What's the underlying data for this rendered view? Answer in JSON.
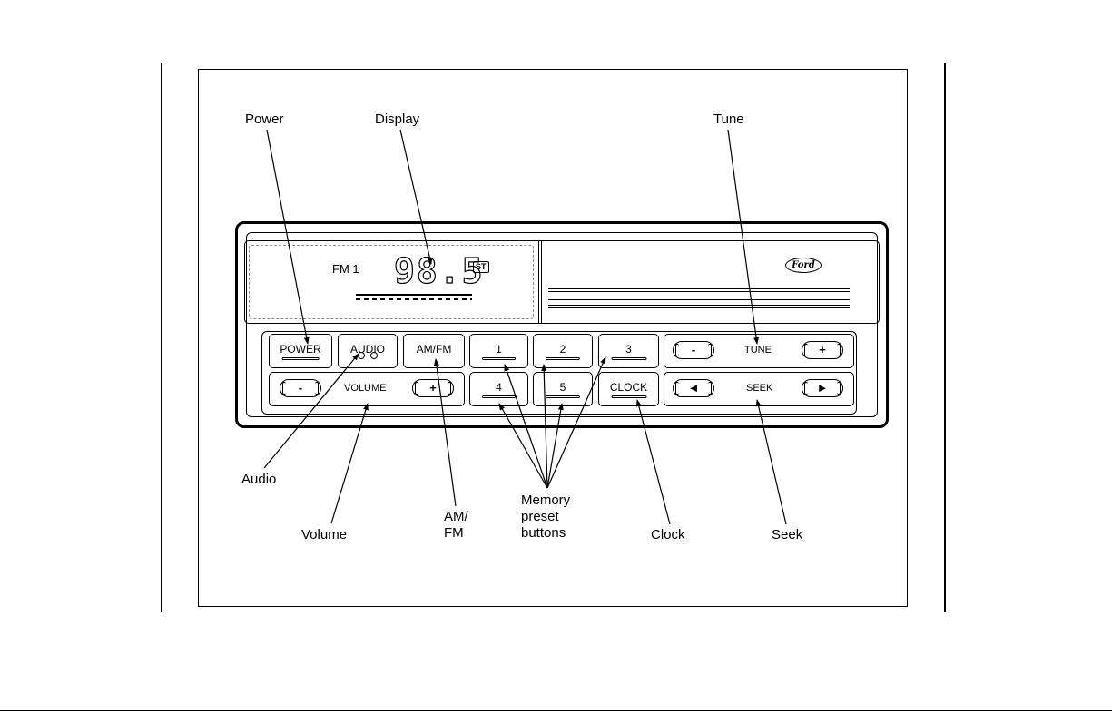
{
  "callouts": {
    "power": "Power",
    "display": "Display",
    "tune": "Tune",
    "audio": "Audio",
    "volume": "Volume",
    "amfm_line1": "AM/",
    "amfm_line2": "FM",
    "memory_line1": "Memory",
    "memory_line2": "preset",
    "memory_line3": "buttons",
    "clock": "Clock",
    "seek": "Seek"
  },
  "display": {
    "band": "FM 1",
    "frequency": "98.5",
    "stereo_badge": "ST",
    "brand_logo": "Ford"
  },
  "buttons": {
    "power": "POWER",
    "audio": "AUDIO",
    "amfm": "AM/FM",
    "preset_1": "1",
    "preset_2": "2",
    "preset_3": "3",
    "preset_4": "4",
    "preset_5": "5",
    "clock": "CLOCK",
    "volume_label": "VOLUME",
    "volume_minus": "-",
    "volume_plus": "+",
    "tune_label": "TUNE",
    "tune_minus": "-",
    "tune_plus": "+",
    "seek_label": "SEEK",
    "seek_back": "◄",
    "seek_forward": "►"
  },
  "icons": {
    "seek_back": "left-triangle-icon",
    "seek_forward": "right-triangle-icon"
  }
}
